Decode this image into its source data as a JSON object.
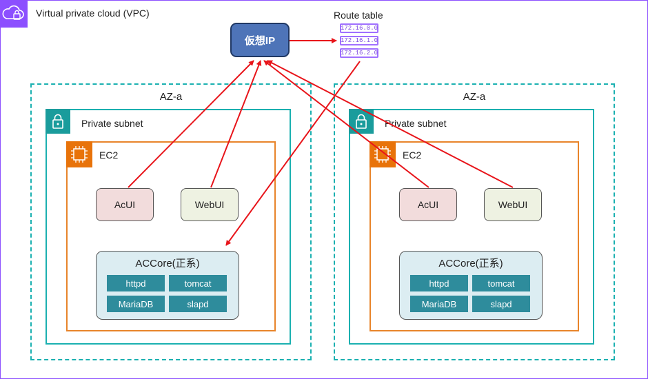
{
  "vpc": {
    "title": "Virtual private cloud (VPC)",
    "icon": "vpc-cloud-lock-icon",
    "color": "#8c4fff"
  },
  "virtual_ip": {
    "label": "仮想IP",
    "color": "#4e74b8"
  },
  "route_table": {
    "title": "Route table",
    "entries": [
      "172.16.0.0",
      "172.16.1.0",
      "172.16.2.0"
    ]
  },
  "zones": [
    {
      "label": "AZ-a",
      "subnet": {
        "label": "Private subnet",
        "icon": "lock-icon"
      },
      "ec2": {
        "label": "EC2",
        "icon": "chip-icon"
      },
      "acui": "AcUI",
      "webui": "WebUI",
      "accore": {
        "title": "ACCore(正系)",
        "services": [
          "httpd",
          "tomcat",
          "MariaDB",
          "slapd"
        ]
      }
    },
    {
      "label": "AZ-a",
      "subnet": {
        "label": "Private subnet",
        "icon": "lock-icon"
      },
      "ec2": {
        "label": "EC2",
        "icon": "chip-icon"
      },
      "acui": "AcUI",
      "webui": "WebUI",
      "accore": {
        "title": "ACCore(正系)",
        "services": [
          "httpd",
          "tomcat",
          "MariaDB",
          "slapd"
        ]
      }
    }
  ],
  "colors": {
    "arrow": "#e8141a",
    "az_border": "#1ab0b0",
    "ec2_border": "#e8842a",
    "service_bg": "#2e8c9c"
  }
}
